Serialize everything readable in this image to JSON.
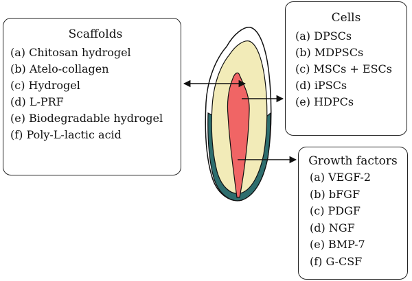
{
  "scaffolds": {
    "title": "Scaffolds",
    "items": [
      "(a) Chitosan hydrogel",
      "(b) Atelo-collagen",
      "(c) Hydrogel",
      "(d) L-PRF",
      "(e) Biodegradable hydrogel",
      "(f) Poly-L-lactic acid"
    ]
  },
  "cells": {
    "title": "Cells",
    "items": [
      "(a) DPSCs",
      "(b) MDPSCs",
      "(c) MSCs + ESCs",
      "(d) iPSCs",
      "(e) HDPCs"
    ]
  },
  "growth_factors": {
    "title": "Growth factors",
    "items": [
      "(a) VEGF-2",
      "(b) bFGF",
      "(c) PDGF",
      "(d) NGF",
      "(e) BMP-7",
      "(f) G-CSF"
    ]
  },
  "colors": {
    "enamel": "#ffffff",
    "dentin": "#f2ebb8",
    "pulp": "#f06565",
    "root_outer": "#2e6e6e",
    "outline": "#111111"
  }
}
